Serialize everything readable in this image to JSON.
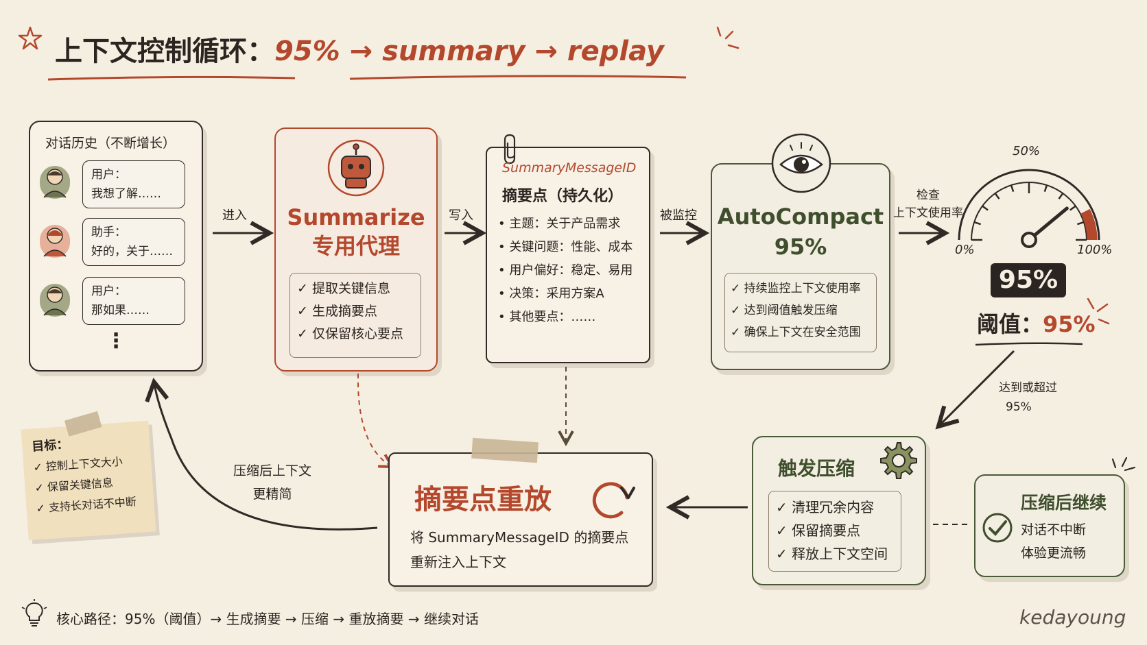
{
  "title": {
    "main": "上下文控制循环：",
    "flow": "95% → summary → replay"
  },
  "history": {
    "heading": "对话历史（不断增长）",
    "msgs": [
      {
        "role": "用户：",
        "text": "我想了解……"
      },
      {
        "role": "助手：",
        "text": "好的，关于……"
      },
      {
        "role": "用户：",
        "text": "那如果……"
      }
    ],
    "more": "⋮"
  },
  "arrows": {
    "enter": "进入",
    "write": "写入",
    "monitored": "被监控",
    "check_line1": "检查",
    "check_line2": "上下文使用率",
    "reach_line1": "达到或超过",
    "reach_line2": "95%",
    "shorter_line1": "压缩后上下文",
    "shorter_line2": "更精简"
  },
  "summarize": {
    "icon": "robot-icon",
    "title_line1": "Summarize",
    "title_line2": "专用代理",
    "items": [
      "✓ 提取关键信息",
      "✓ 生成摘要点",
      "✓ 仅保留核心要点"
    ]
  },
  "summary_doc": {
    "id": "SummaryMessageID",
    "heading": "摘要点（持久化）",
    "items": [
      "• 主题：关于产品需求",
      "• 关键问题：性能、成本",
      "• 用户偏好：稳定、易用",
      "• 决策：采用方案A",
      "• 其他要点：……"
    ]
  },
  "autocompact": {
    "icon": "eye-icon",
    "title_line1": "AutoCompact",
    "title_line2": "95%",
    "items": [
      "✓ 持续监控上下文使用率",
      "✓ 达到阈值触发压缩",
      "✓ 确保上下文在安全范围"
    ]
  },
  "gauge": {
    "label_50": "50%",
    "label_0": "0%",
    "label_100": "100%",
    "value_text": "95%",
    "value": 95,
    "threshold_label": "阈值：",
    "threshold_value": "95%"
  },
  "trigger": {
    "icon": "gear-icon",
    "title": "触发压缩",
    "items": [
      "✓ 清理冗余内容",
      "✓ 保留摘要点",
      "✓ 释放上下文空间"
    ]
  },
  "continue": {
    "icon": "check-circle-icon",
    "title": "压缩后继续",
    "line1": "对话不中断",
    "line2": "体验更流畅"
  },
  "replay": {
    "icon": "refresh-icon",
    "title": "摘要点重放",
    "line1": "将 SummaryMessageID 的摘要点",
    "line2": "重新注入上下文"
  },
  "goal_note": {
    "heading": "目标：",
    "items": [
      "✓ 控制上下文大小",
      "✓ 保留关键信息",
      "✓ 支持长对话不中断"
    ]
  },
  "footer": {
    "icon": "lightbulb-icon",
    "text": "核心路径：95%（阈值）→ 生成摘要 → 压缩 → 重放摘要 → 继续对话",
    "signature": "kedayoung"
  },
  "colors": {
    "accent_red": "#b4482d",
    "accent_green": "#4a5a37",
    "background": "#f5efe2",
    "ink": "#2f2a26"
  }
}
